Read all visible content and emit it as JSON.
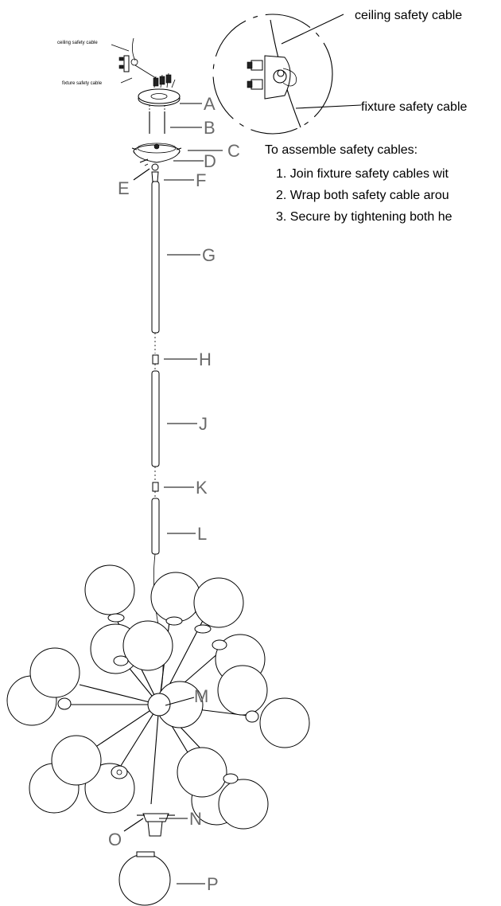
{
  "callout": {
    "ceiling_label": "ceiling safety cable",
    "fixture_label": "fixture safety cable"
  },
  "small_callout": {
    "ceiling_label": "ceiling safety cable",
    "fixture_label": "fixture safety cable"
  },
  "instructions": {
    "title": "To assemble safety cables:",
    "steps": [
      "1. Join fixture safety cables wit",
      "2. Wrap both safety cable arou",
      "3. Secure by tightening both he"
    ]
  },
  "parts": {
    "A": "A",
    "B": "B",
    "C": "C",
    "D": "D",
    "E": "E",
    "F": "F",
    "G": "G",
    "H": "H",
    "J": "J",
    "K": "K",
    "L": "L",
    "M": "M",
    "N": "N",
    "O": "O",
    "P": "P"
  }
}
